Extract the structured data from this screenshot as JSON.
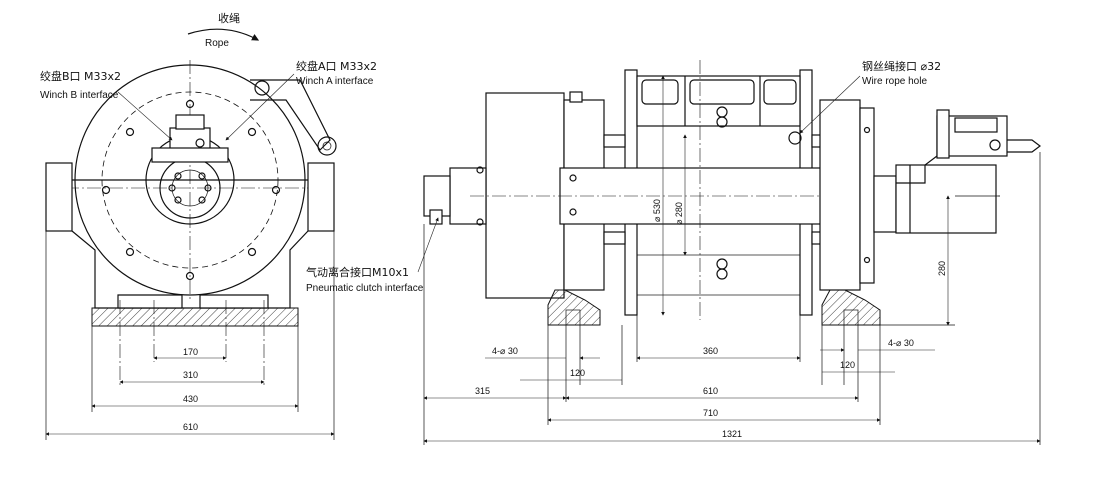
{
  "labels": {
    "rope_cn": "收绳",
    "rope_en": "Rope",
    "winch_b_cn": "绞盘B口 M33x2",
    "winch_b_en": "Winch B interface",
    "winch_a_cn": "绞盘A口 M33x2",
    "winch_a_en": "Winch A interface",
    "wire_hole_cn": "钢丝绳接口 ⌀32",
    "wire_hole_en": "Wire rope hole",
    "pneu_cn": "气动离合接口M10x1",
    "pneu_en": "Pneumatic clutch interface"
  },
  "front_dims": {
    "d170": "170",
    "d310": "310",
    "d430": "430",
    "d610": "610"
  },
  "side_dims": {
    "d530": "⌀ 530",
    "d280v": "⌀ 280",
    "d280h": "280",
    "holes_left": "4-⌀ 30",
    "holes_right": "4-⌀ 30",
    "d120a": "120",
    "d120b": "120",
    "d360": "360",
    "d315": "315",
    "d610": "610",
    "d710": "710",
    "d1321": "1321"
  }
}
